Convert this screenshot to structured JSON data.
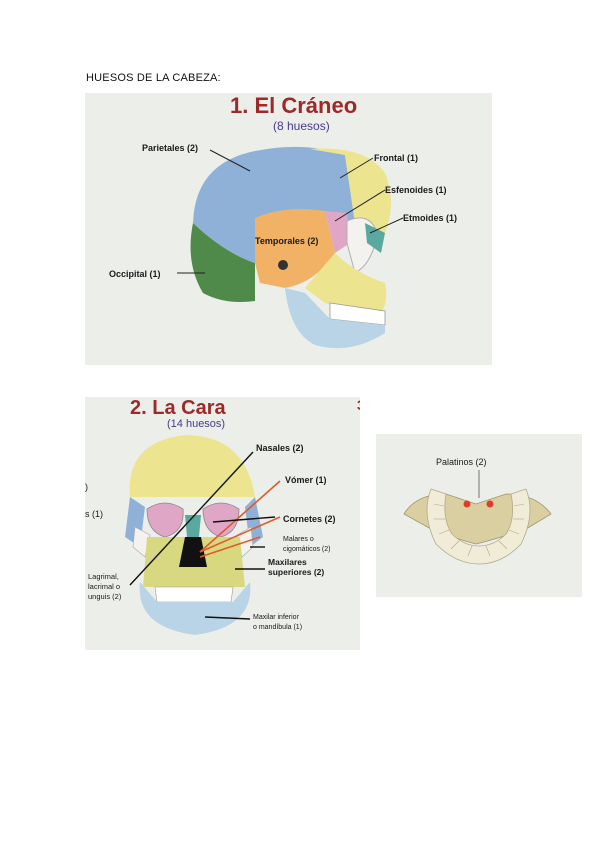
{
  "document": {
    "heading": "HUESOS DE LA CABEZA:"
  },
  "cranium": {
    "title": "1. El Cráneo",
    "subtitle": "(8 huesos)",
    "labels": {
      "parietales": "Parietales (2)",
      "frontal": "Frontal (1)",
      "esfenoides": "Esfenoides (1)",
      "etmoides": "Etmoides (1)",
      "temporales": "Temporales (2)",
      "occipital": "Occipital (1)"
    }
  },
  "face": {
    "title": "2. La Cara",
    "subtitle": "(14 huesos)",
    "labels": {
      "nasales": "Nasales (2)",
      "vomer": "Vómer (1)",
      "cornetes": "Cornetes (2)",
      "malares": "Malares o\ncigomáticos (2)",
      "maxilares": "Maxilares\nsuperiores (2)",
      "lagrimal": "Lagrimal,\nlacrimal o\nunguis (2)",
      "maxilar_inferior": "Maxilar inferior\no mandíbula (1)",
      "edge_fragment_1": ")",
      "edge_fragment_2": "s (1)",
      "edge_fragment_3": "3"
    }
  },
  "palate": {
    "labels": {
      "palatinos": "Palatinos (2)"
    }
  }
}
